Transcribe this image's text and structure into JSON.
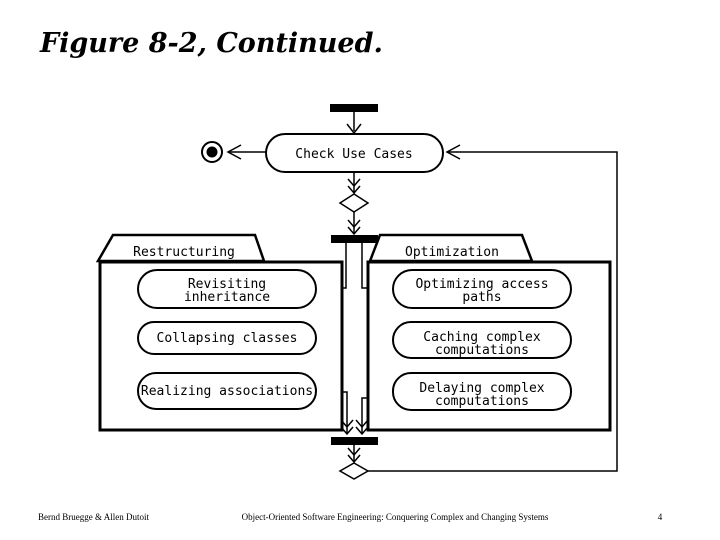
{
  "slide": {
    "title": "Figure 8-2, Continued.",
    "footer": {
      "authors": "Bernd Bruegge & Allen Dutoit",
      "book_title": "Object-Oriented Software Engineering: Conquering Complex and Changing Systems",
      "page_number": "4"
    },
    "colors": {
      "ink": "#000000",
      "paper": "#ffffff"
    }
  },
  "diagram": {
    "type": "uml-activity-diagram",
    "start_activity": {
      "label": "Check Use Cases"
    },
    "packages": [
      {
        "label": "Restructuring",
        "activities": [
          {
            "lines": [
              "Revisiting",
              "inheritance"
            ]
          },
          {
            "lines": [
              "Collapsing classes"
            ]
          },
          {
            "lines": [
              "Realizing associations"
            ]
          }
        ]
      },
      {
        "label": "Optimization",
        "activities": [
          {
            "lines": [
              "Optimizing access",
              "paths"
            ]
          },
          {
            "lines": [
              "Caching complex",
              "computations"
            ]
          },
          {
            "lines": [
              "Delaying complex",
              "computations"
            ]
          }
        ]
      }
    ]
  }
}
